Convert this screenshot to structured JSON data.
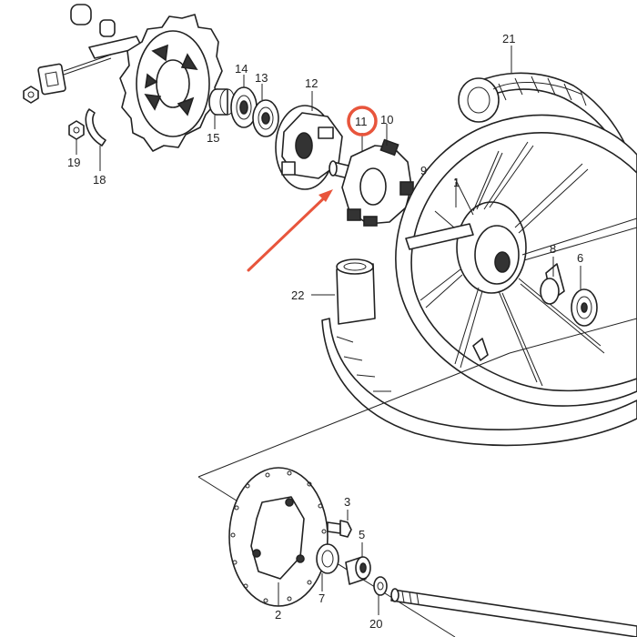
{
  "colors": {
    "highlight": "#e8553c",
    "ink": "#222222"
  },
  "highlighted_part": "11",
  "callouts": {
    "c1": "1",
    "c2": "2",
    "c3": "3",
    "c5": "5",
    "c6": "6",
    "c7": "7",
    "c8": "8",
    "c9": "9",
    "c10": "10",
    "c11": "11",
    "c12": "12",
    "c13": "13",
    "c14": "14",
    "c15": "15",
    "c18": "18",
    "c19": "19",
    "c20": "20",
    "c21": "21",
    "c22": "22"
  }
}
